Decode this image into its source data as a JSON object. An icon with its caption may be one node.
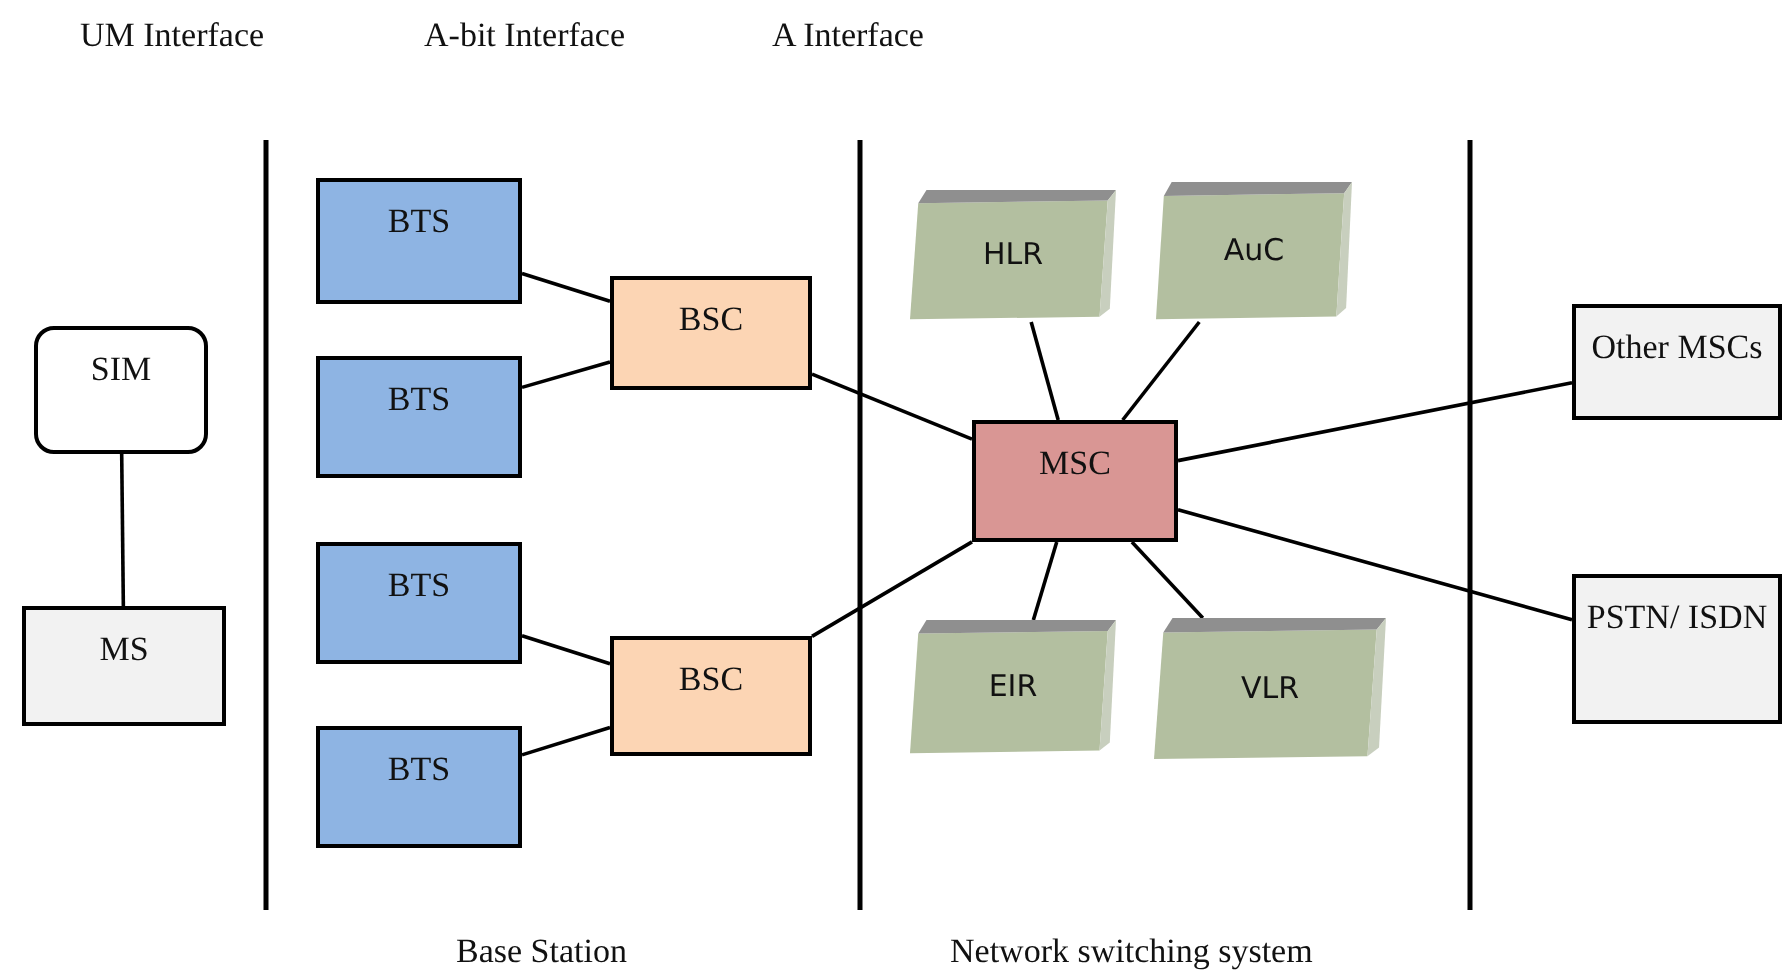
{
  "diagram": {
    "nodes": [
      {
        "text": [
          "SIM"
        ]
      },
      {
        "text": [
          "MS"
        ]
      },
      {
        "text": [
          "BTS"
        ]
      },
      {
        "text": [
          "BTS"
        ]
      },
      {
        "text": [
          "BTS"
        ]
      },
      {
        "text": [
          "BTS"
        ]
      },
      {
        "text": [
          "BSC"
        ]
      },
      {
        "text": [
          "BSC"
        ]
      },
      {
        "text": [
          "HLR"
        ]
      },
      {
        "text": [
          "AuC"
        ]
      },
      {
        "text": [
          "MSC"
        ]
      },
      {
        "text": [
          "EIR"
        ]
      },
      {
        "text": [
          "VLR"
        ]
      },
      {
        "text": [
          "Other MSCs"
        ]
      },
      {
        "text": [
          "PSTN/ ISDN"
        ]
      }
    ],
    "edges": [
      {
        "from": 0,
        "to": 1,
        "arrow": "none"
      },
      {
        "from": 2,
        "to": 6,
        "arrow": "none"
      },
      {
        "from": 3,
        "to": 6,
        "arrow": "none"
      },
      {
        "from": 4,
        "to": 7,
        "arrow": "none"
      },
      {
        "from": 5,
        "to": 7,
        "arrow": "none"
      },
      {
        "from": 6,
        "to": 10,
        "arrow": "none"
      },
      {
        "from": 7,
        "to": 10,
        "arrow": "none"
      },
      {
        "from": 8,
        "to": 10,
        "arrow": "none"
      },
      {
        "from": 9,
        "to": 10,
        "arrow": "none"
      },
      {
        "from": 11,
        "to": 10,
        "arrow": "none"
      },
      {
        "from": 12,
        "to": 10,
        "arrow": "none"
      },
      {
        "from": 10,
        "to": 13,
        "arrow": "none"
      },
      {
        "from": 10,
        "to": 14,
        "arrow": "none"
      }
    ],
    "labels": [
      "UM Interface",
      "A-bit Interface",
      "A Interface",
      "Base Station",
      "Network switching system"
    ]
  }
}
